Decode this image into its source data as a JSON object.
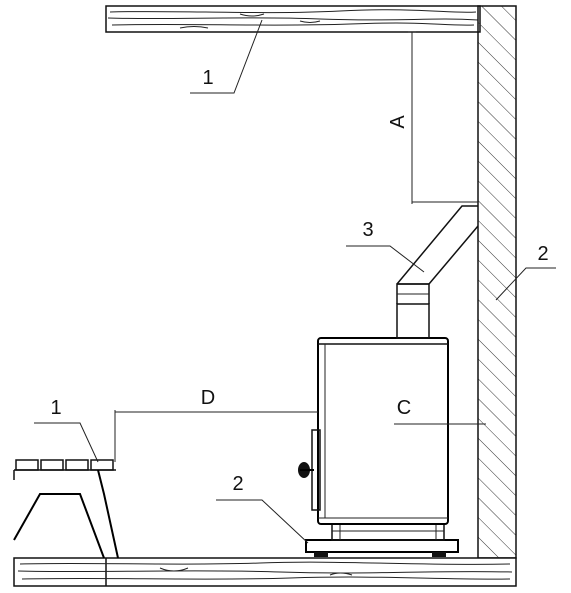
{
  "labels": {
    "ceiling": "1",
    "bench": "1",
    "wall": "2",
    "floor_plate": "2",
    "flue_pipe": "3",
    "dim_A": "A",
    "dim_C": "C",
    "dim_D": "D"
  }
}
